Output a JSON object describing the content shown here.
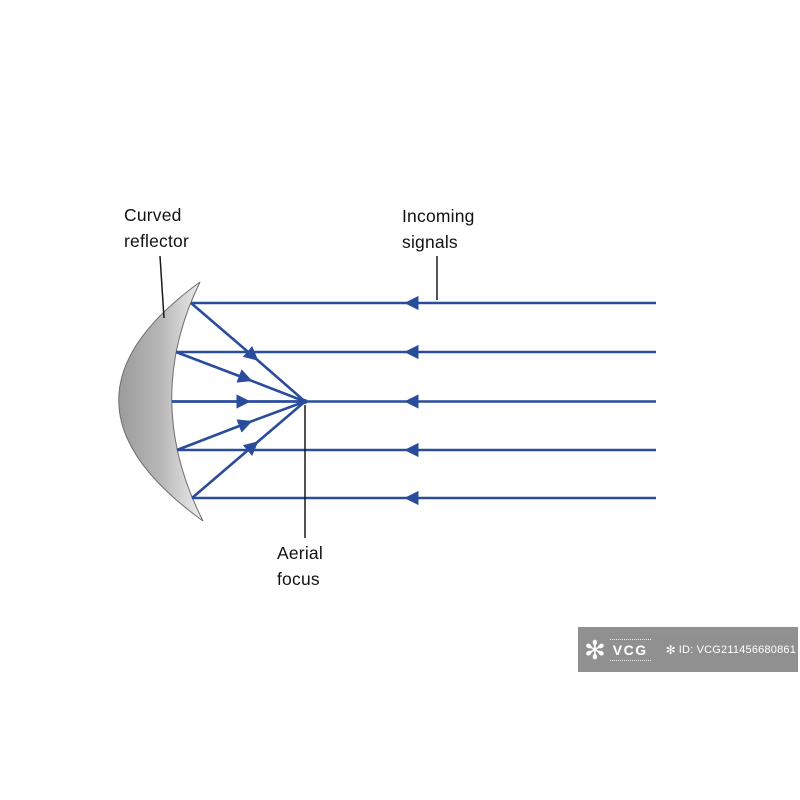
{
  "diagram": {
    "labels": {
      "curved_reflector": "Curved\nreflector",
      "incoming_signals": "Incoming\nsignals",
      "aerial_focus": "Aerial\nfocus"
    },
    "colors": {
      "ray_color": "#2a4d9b",
      "label_text_color": "#111111",
      "leader_line_color": "#1a1a1a",
      "reflector_gradient_dark": "#9b9b9b",
      "reflector_gradient_light": "#efefef",
      "reflector_outline": "#6e6e6e",
      "watermark_bg": "#8b8b8b",
      "watermark_text": "#ffffff"
    }
  },
  "watermark": {
    "brand": "VCG",
    "id_text": "ID: VCG211456680861",
    "flower_icon": "✻"
  }
}
